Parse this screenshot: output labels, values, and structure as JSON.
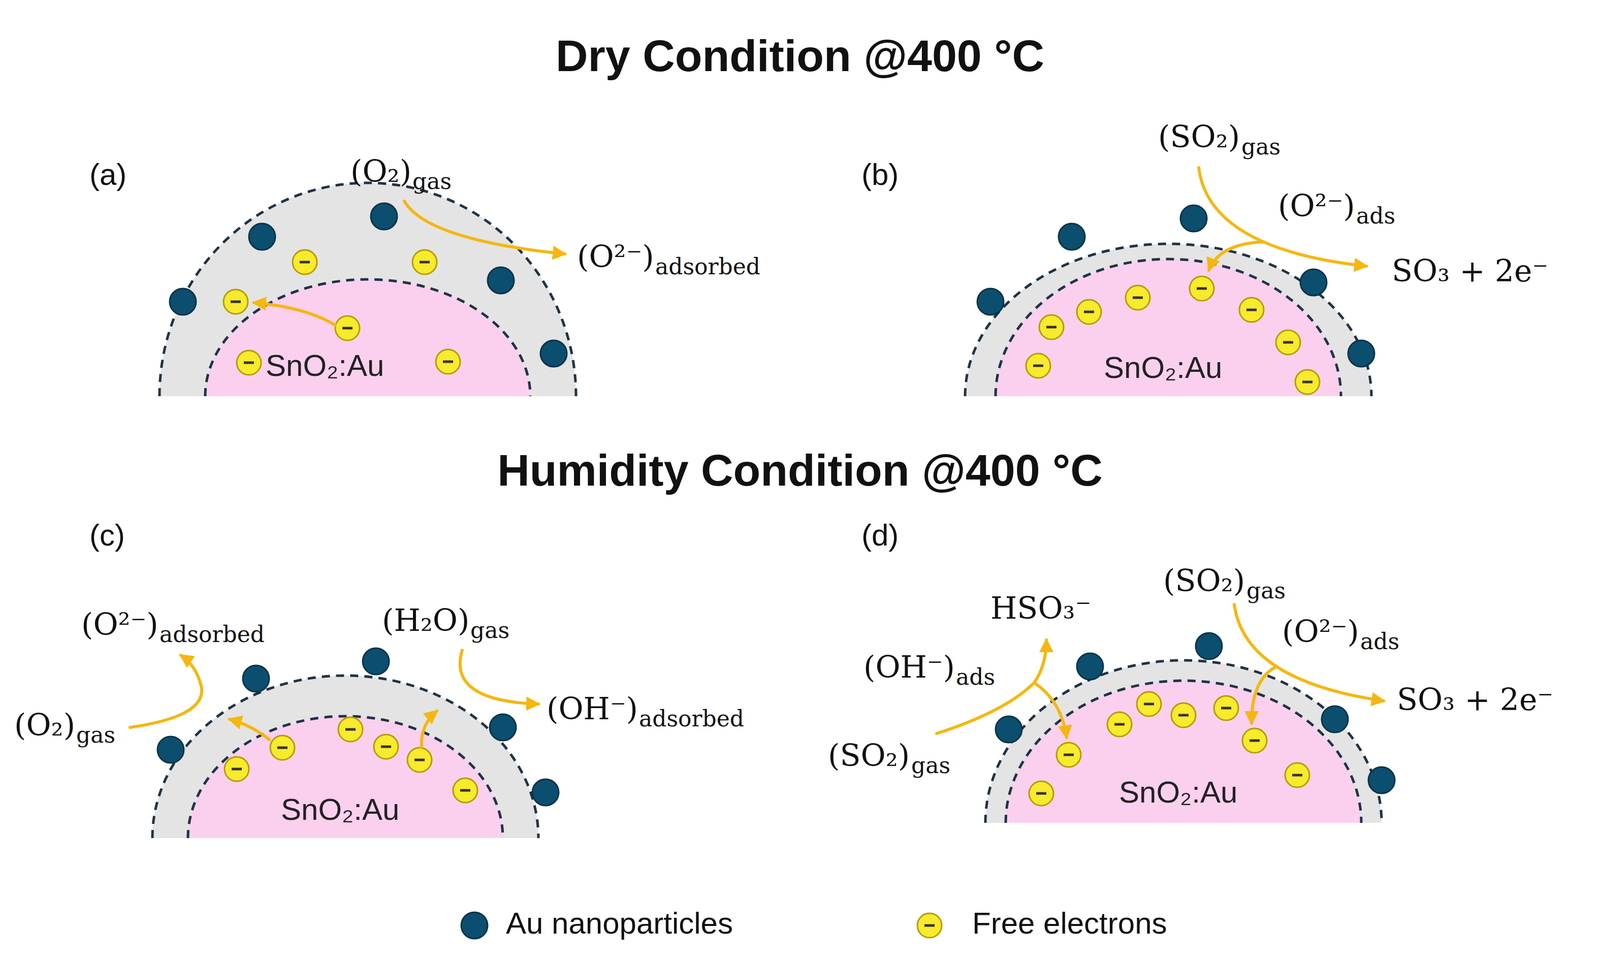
{
  "diagram": {
    "nodes": [
      {
        "text": [
          "SnO₂:Au"
        ]
      },
      {
        "text": [
          "SnO₂:Au"
        ]
      },
      {
        "text": [
          "SnO₂:Au"
        ]
      },
      {
        "text": [
          "SnO₂:Au"
        ]
      }
    ],
    "labels": [
      "Dry Condition @400 °C",
      "(a)",
      "(O₂)",
      "gas",
      "(O²⁻)",
      "adsorbed",
      "(b)",
      "(SO₂)",
      "gas",
      "(O²⁻)",
      "ads",
      "SO₃ + 2e⁻",
      "Humidity Condition @400 °C",
      "(c)",
      "(O²⁻)",
      "adsorbed",
      "(H₂O)",
      "gas",
      "(O₂)",
      "gas",
      "(OH⁻)",
      "adsorbed",
      "(d)",
      "HSO₃⁻",
      "(SO₂)",
      "gas",
      "(OH⁻)",
      "ads",
      "(O²⁻)",
      "ads",
      "SO₃ + 2e⁻",
      "(SO₂)",
      "gas"
    ],
    "legend": [
      {
        "text": "Au nanoparticles",
        "color": "#0c4e6d"
      },
      {
        "text": "Free electrons"
      }
    ]
  }
}
